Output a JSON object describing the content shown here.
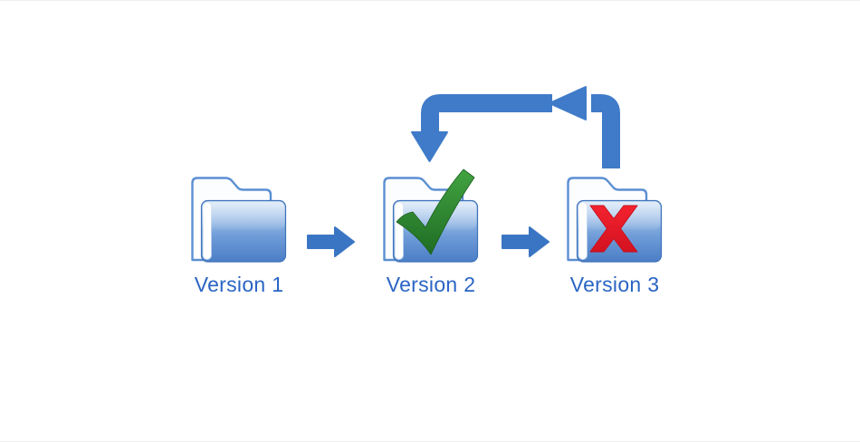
{
  "diagram": {
    "folders": [
      {
        "label": "Version 1",
        "overlay": "none"
      },
      {
        "label": "Version 2",
        "overlay": "check"
      },
      {
        "label": "Version 3",
        "overlay": "cross"
      }
    ],
    "arrows": {
      "forward_1": "Version 1 to Version 2",
      "forward_2": "Version 2 to Version 3",
      "loop_back": "Version 3 back to Version 2"
    },
    "colors": {
      "arrow_blue": "#3f7bc8",
      "block_arrow_blue": "#3a75c3",
      "label_blue": "#2a65c5",
      "folder_front_light": "#b5d0f0",
      "folder_front_dark": "#4b7ec6",
      "folder_outline": "#5b8fd2",
      "check_green": "#2e8031",
      "cross_red": "#e81b27",
      "background": "#ffffff"
    }
  }
}
